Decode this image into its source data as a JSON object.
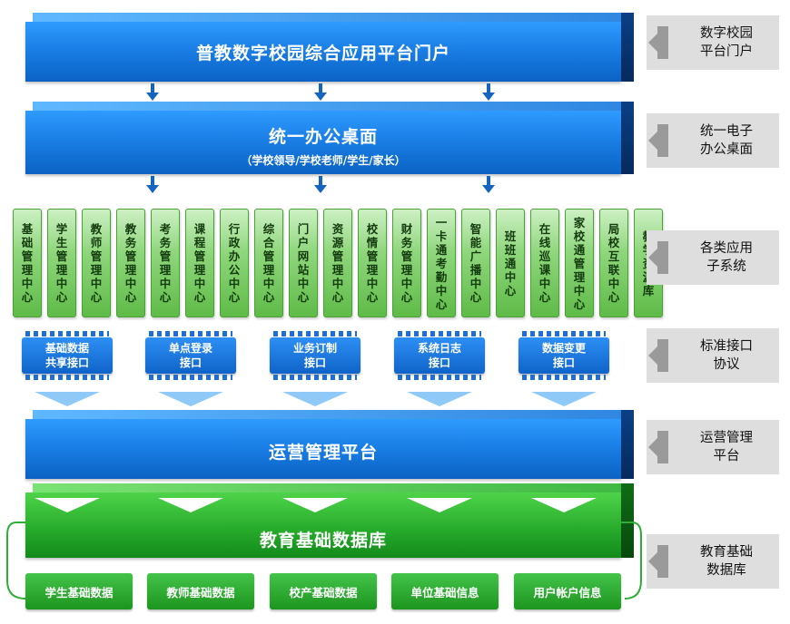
{
  "portal": {
    "title": "普教数字校园综合应用平台门户"
  },
  "desktop": {
    "title": "统一办公桌面",
    "subtitle": "（学校领导/学校老师/学生/家长）"
  },
  "subsystems": [
    "基础管理中心",
    "学生管理中心",
    "教师管理中心",
    "教务管理中心",
    "考务管理中心",
    "课程管理中心",
    "行政办公中心",
    "综合管理中心",
    "门户网站中心",
    "资源管理中心",
    "校情管理中心",
    "财务管理中心",
    "一卡通考勤中心",
    "智能广播中心",
    "班班通中心",
    "在线巡课中心",
    "家校通管理中心",
    "局校互联中心",
    "教学资源库"
  ],
  "interfaces": [
    {
      "line1": "基础数据",
      "line2": "共享接口"
    },
    {
      "line1": "单点登录",
      "line2": "接口"
    },
    {
      "line1": "业务订制",
      "line2": "接口"
    },
    {
      "line1": "系统日志",
      "line2": "接口"
    },
    {
      "line1": "数据变更",
      "line2": "接口"
    }
  ],
  "ops": {
    "title": "运营管理平台"
  },
  "database": {
    "title": "教育基础数据库",
    "tables": [
      "学生基础数据",
      "教师基础数据",
      "校产基础数据",
      "单位基础信息",
      "用户帐户信息"
    ]
  },
  "side_labels": [
    {
      "line1": "数字校园",
      "line2": "平台门户"
    },
    {
      "line1": "统一电子",
      "line2": "办公桌面"
    },
    {
      "line1": "各类应用",
      "line2": "子系统"
    },
    {
      "line1": "标准接口",
      "line2": "协议"
    },
    {
      "line1": "运营管理",
      "line2": "平台"
    },
    {
      "line1": "教育基础",
      "line2": "数据库"
    }
  ]
}
